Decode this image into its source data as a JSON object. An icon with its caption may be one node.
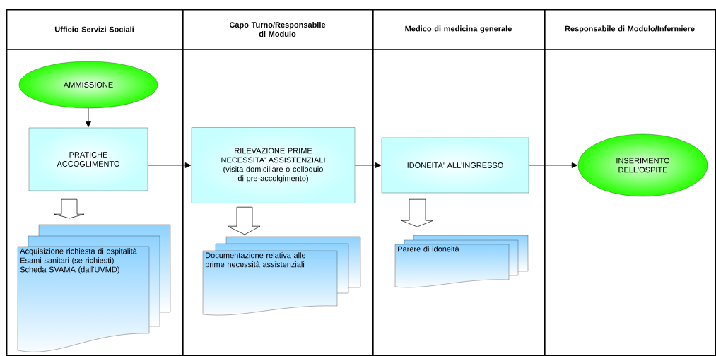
{
  "diagram": {
    "nodes": [
      {
        "text": [
          "Ufficio Servizi Sociali"
        ]
      },
      {
        "text": [
          "Capo Turno/Responsabile di Modulo"
        ]
      },
      {
        "text": [
          "Medico di medicina generale"
        ]
      },
      {
        "text": [
          "Responsabile di Modulo/Infermiere"
        ]
      },
      {
        "text": [
          "AMMISSIONE"
        ],
        "in": 0
      },
      {
        "text": [
          "PRATICHE ACCOGLIMENTO"
        ],
        "in": 0
      },
      {
        "text": [
          "RILEVAZIONE PRIME NECESSITA' ASSISTENZIALI",
          "(visita domiciliare o colloquio di pre-accolgimento)"
        ],
        "in": 1
      },
      {
        "text": [
          "IDONEITA' ALL'INGRESSO"
        ],
        "in": 2
      },
      {
        "text": [
          "INSERIMENTO DELL'OSPITE"
        ],
        "in": 3
      },
      {
        "text": [
          "Acquisizione richiesta di ospitalità",
          "Esami sanitari (se richiesti)",
          "Scheda SVAMA (dall'UVMD)"
        ],
        "in": 0
      },
      {
        "text": [
          "Documentazione relativa alle prime necessità assistenziali"
        ],
        "in": 1
      },
      {
        "text": [
          "Parere di idoneità"
        ],
        "in": 2
      }
    ],
    "edges": [
      {
        "from": 4,
        "to": 5,
        "arrow": "to"
      },
      {
        "from": 5,
        "to": 6,
        "arrow": "to"
      },
      {
        "from": 6,
        "to": 7,
        "arrow": "to"
      },
      {
        "from": 7,
        "to": 8,
        "arrow": "to"
      },
      {
        "from": 5,
        "to": 9,
        "arrow": "to"
      },
      {
        "from": 6,
        "to": 10,
        "arrow": "to"
      },
      {
        "from": 7,
        "to": 11,
        "arrow": "to"
      }
    ]
  }
}
